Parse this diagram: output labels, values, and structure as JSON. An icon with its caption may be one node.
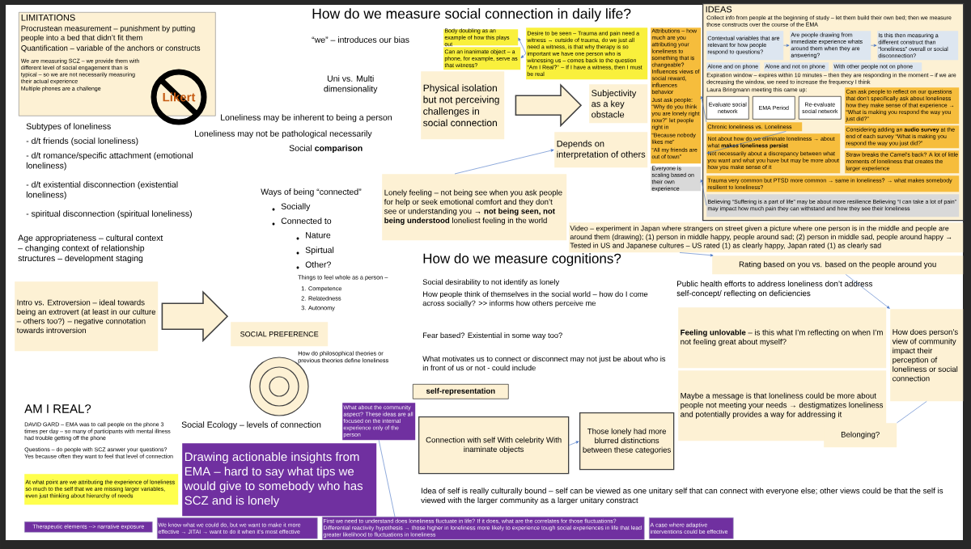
{
  "diagram": {
    "title": "How do we measure social connection in daily life?",
    "nodes": [
      {
        "text": [
          "LIMITATIONS",
          "Procrustean measurement – punishment by putting people into a bed that didn’t fit them",
          "Quantification – variable of the anchors or constructs",
          "We are measuring SCZ – we provide them with different level of social engagement than is typical – so we are not necessarily measuring their actual experience",
          "Multiple phones are a challenge"
        ]
      },
      {
        "text": [
          "Likert"
        ]
      },
      {
        "text": [
          "Body doubling as an example of how this plays out"
        ]
      },
      {
        "text": [
          "Can an inanimate object – a phone, for example, serve as that witness?"
        ]
      },
      {
        "text": [
          "Desire to be seen – Trauma and pain need a witness → outside of trauma, do we just all need a witness, is that why therapy is so important we have one person who is witnessing us – comes back to the question “Am I Real?” – If I have a witness, then I must be real"
        ]
      },
      {
        "text": [
          "Physical isolation but not perceiving challenges in social connection"
        ]
      },
      {
        "text": [
          "Subjectivity as a key obstacle"
        ]
      },
      {
        "text": [
          "Attributions – how much are you attributing your loneliness to something that is changeable? Influences views of social reward, influences behavior",
          "Just ask people: “Why do you think you are lonely right now?” let people right in",
          "“Because nobody likes me”",
          "“All my friends are out of town”"
        ]
      },
      {
        "text": [
          "Depends on interpretation of others"
        ]
      },
      {
        "text": [
          "Everyone is scaling based on their own experience"
        ]
      },
      {
        "text": [
          "IDEAS"
        ]
      },
      {
        "text": [
          "Contextual variables that are relevant for how people respond to questions?"
        ],
        "in": 10
      },
      {
        "text": [
          "Are people drawing from immediate experience whats around them when they are answering?"
        ],
        "in": 10
      },
      {
        "text": [
          "Is this then measuring a different construct than “loneliness” overall or social disconnection?"
        ],
        "in": 10
      },
      {
        "text": [
          "Alone and on phone"
        ],
        "in": 10
      },
      {
        "text": [
          "Alone and not on phone"
        ],
        "in": 10
      },
      {
        "text": [
          "With other people not on phone"
        ],
        "in": 10
      },
      {
        "text": [
          "Evaluate social network"
        ],
        "in": 10
      },
      {
        "text": [
          "EMA Period"
        ],
        "in": 10
      },
      {
        "text": [
          "Re-evaluate social network"
        ],
        "in": 10
      },
      {
        "text": [
          "Can ask people to reflect on our questions that don’t specifically ask about loneliness how they make sense of that experience → “What is making you respond the way you just did?”"
        ],
        "in": 10
      },
      {
        "text": [
          "Considering adding an **audio survey** at the end of each survey “What is making you respond the way you just did?”"
        ],
        "in": 10
      },
      {
        "text": [
          "Chronic loneliness vs. Loneliness"
        ],
        "in": 10
      },
      {
        "text": [
          "Not about how do we eliminate loneliness → about what **makes loneliness persist**",
          "Not necessarily about a discrepancy between what you want and what you have but may be more about how you make sense of it"
        ],
        "in": 10
      },
      {
        "text": [
          "Straw breaks the Camel’s back? A lot of little moments of loneliness that creates the larger experience"
        ],
        "in": 10
      },
      {
        "text": [
          "Trauma very common but PTSD more common → same  in loneliness? → what makes somebody resilient to loneliness?"
        ],
        "in": 10
      },
      {
        "text": [
          "Believing “Suffering is a part of life” may be about more resilience Believing “I can take a lot of pain” may impact how much pain they can withstand and how they see their loneliness"
        ],
        "in": 10
      },
      {
        "text": [
          "Lonely feeling – not being see when you ask people for help or seek emotional comfort and they don’t see or understanding you → **not being seen, not being understood** loneliest feeling in the world"
        ]
      },
      {
        "text": [
          "Video – experiment in Japan where strangers on street given a picture where one person is in the middle and people are around them (drawing); (1) person in middle happy, people around sad; (2) person in middle sad, people around happy → Tested in US and Japanese cultures – US rated (1) as clearly happy, Japan rated (1) as clearly sad"
        ]
      },
      {
        "text": [
          "Rating based on you vs. based on the people around you"
        ]
      },
      {
        "text": [
          "Intro vs. Extroversion – ideal towards being an extrovert (at least in our culture – others too?) – negative connotation towards introversion"
        ]
      },
      {
        "text": [
          "SOCIAL PREFERENCE"
        ]
      },
      {
        "text": [
          "self-representation"
        ]
      },
      {
        "text": [
          "**Feeling unlovable** – is this what I’m reflecting on when I’m not feeling great about myself?"
        ]
      },
      {
        "text": [
          "Maybe a message is that loneliness could be more about people not meeting your needs → destigmatizes loneliness and potentially provides a way for addressing it"
        ]
      },
      {
        "text": [
          "How does person’s view of community impact their perception of loneliness or social connection"
        ]
      },
      {
        "text": [
          "Belonging?"
        ]
      },
      {
        "text": [
          "What about the community aspect? These ideas are all focused on the internal experience only of the person"
        ]
      },
      {
        "text": [
          "Drawing actionable insights from EMA – hard to say what tips we would give to somebody who has SCZ and is lonely"
        ]
      },
      {
        "text": [
          "Connection with self With celebrity With inaminate objects"
        ]
      },
      {
        "text": [
          "Those lonely had more blurred distinctions between these categories"
        ]
      },
      {
        "text": [
          "At what point are we attributing the experience of loneliness so much to the self that we are missing larger variables, even just thinking about hierarchy of needs"
        ]
      },
      {
        "text": [
          "Therapeutic elements --> narrative exposure"
        ]
      },
      {
        "text": [
          "We know what we could do, but we want to make it more effective → JITAI → want to do it when it’s most effective"
        ]
      },
      {
        "text": [
          "First we need to understand does loneliness fluctuate in life? If it does, what are the correlates for those fluctuations? Differential reactivity hypothesis → those higher in loneliness more likely to experience tough social experiences in life that lead greater likelihood to fluctuations in loneliness"
        ]
      },
      {
        "text": [
          "A case where adaptive interventions could be effective"
        ]
      }
    ],
    "edges": [
      {
        "from": 4,
        "to": 2,
        "arrow": "to"
      },
      {
        "from": 4,
        "to": 3,
        "arrow": "to"
      },
      {
        "from": 5,
        "to": 6,
        "arrow": "to",
        "style": "thick",
        "color": "#404040"
      },
      {
        "from": 30,
        "to": 31,
        "arrow": "to",
        "style": "thick",
        "color": "#404040"
      },
      {
        "from": 26,
        "to": 9,
        "arrow": "to"
      },
      {
        "from": 22,
        "to": 7,
        "arrow": "to"
      },
      {
        "from": 22,
        "to": 23,
        "arrow": "to"
      },
      {
        "from": 11,
        "to": 12,
        "arrow": "to"
      },
      {
        "from": 12,
        "to": 13,
        "arrow": "to"
      },
      {
        "from": 27,
        "to": 8,
        "arrow": "to"
      },
      {
        "from": 28,
        "to": 29,
        "arrow": "to"
      },
      {
        "from": 29,
        "to": 35,
        "arrow": "to"
      },
      {
        "from": 35,
        "to": 36,
        "arrow": "none"
      },
      {
        "from": 39,
        "to": 40,
        "arrow": "to"
      },
      {
        "from": 37,
        "to": 44,
        "arrow": "none"
      }
    ],
    "labels": [
      "“we” – introduces our bias",
      "Uni vs. Multi dimensionality",
      "Loneliness may be inherent to being a person",
      "Loneliness may not be pathological necessarily",
      "Social **comparison**",
      "Subtypes of loneliness",
      "- d/t friends (social loneliness)",
      "- d/t romance/specific attachment (emotional loneliness)",
      "- d/t existential disconnection (existential loneliness)",
      "- spiritual disconnection (spiritual loneliness)",
      "Age appropriateness – cultural context – changing context of relationship structures – development staging",
      "Ways of being “connected”",
      "Socially",
      "Connected to",
      "Nature",
      "Spirtual",
      "Other?",
      "Things to feel whole as a person –",
      "1. Competence",
      "2. Relatedness",
      "3. Autonomy",
      "How do we measure cognitions?",
      "Social desirability to not identify as lonely",
      "How people think of themselves in the social world – how do I come across socially? >> informs how others perceive me",
      "Fear based? Existential in some way too?",
      "What motivates us to connect or disconnect may not just be about who is in front of us or not - could include",
      "Public health efforts to address loneliness don’t address  self-concept/ reflecting on deficiencies",
      "How do philosophical theories or previous theories define loneliness",
      "AM I REAL?",
      "DAVID GARD – EMA was to call people on the phone 3 times per day – so many of participants with mental illness had trouble getting off the phone",
      "Questions – do people with SCZ asnwer your questions? Yes because often they want to feel that level of connection",
      "Social Ecology – levels of connection",
      "Idea of self is really culturally bound – self can be viewed as one unitary self that can connect with everyone else; other views could be that the self is viewed with the larger community as a larger unitary constract",
      "Collect info from people at the beginning of study – let them build their own bed; then we measure those constructs over the course of the EMA",
      "Expiration window – expires within 10 minutes – then they are responding in the moment – if we are decreasing the window, we need to increase the frequency I think",
      "Laura Bringmann meeting this came up:"
    ]
  }
}
